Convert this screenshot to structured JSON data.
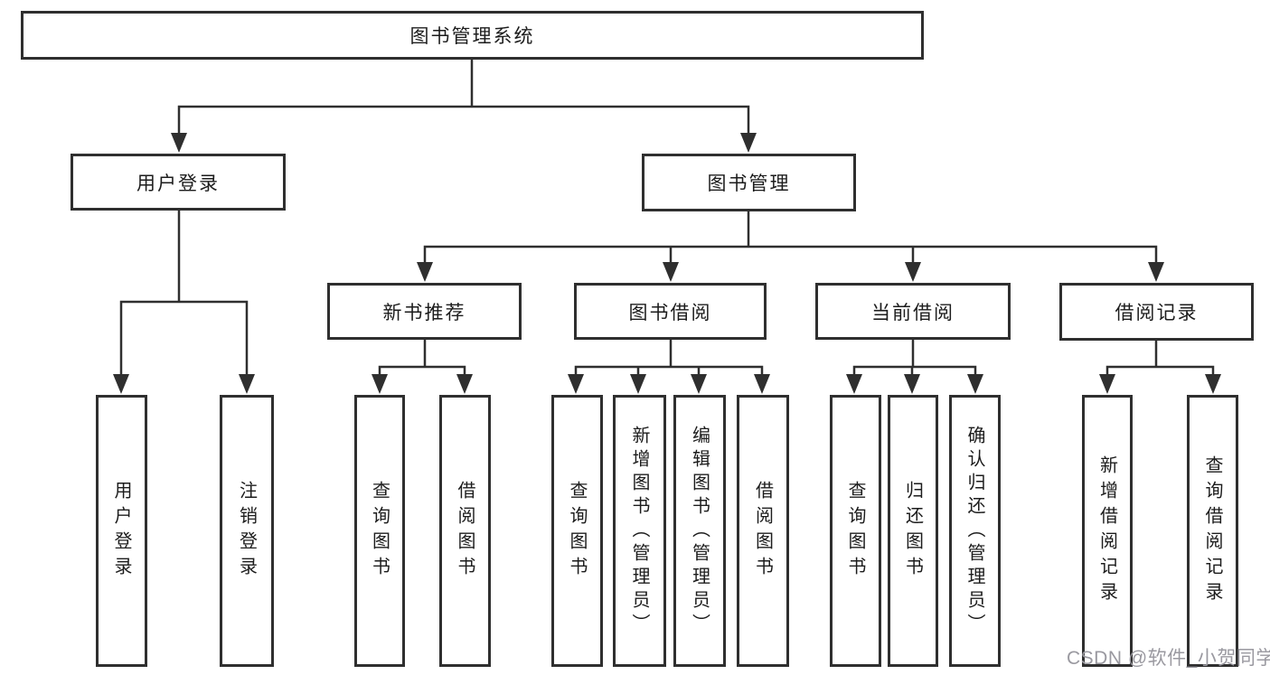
{
  "page": {
    "background": "#ffffff"
  },
  "colors": {
    "line": "#2f2f2f",
    "box_border": "#2f2f2f",
    "text": "#1c1c1c",
    "watermark": "#9a99a0"
  },
  "watermark": {
    "text": "CSDN @软件_小贺同学"
  },
  "tree": {
    "root": {
      "label": "图书管理系统",
      "children": [
        {
          "label": "用户登录",
          "children": [
            {
              "label": "用户登录"
            },
            {
              "label": "注销登录"
            }
          ]
        },
        {
          "label": "图书管理",
          "children": [
            {
              "label": "新书推荐",
              "children": [
                {
                  "label": "查询图书"
                },
                {
                  "label": "借阅图书"
                }
              ]
            },
            {
              "label": "图书借阅",
              "children": [
                {
                  "label": "查询图书"
                },
                {
                  "label": "新增图书（管理员）"
                },
                {
                  "label": "编辑图书（管理员）"
                },
                {
                  "label": "借阅图书"
                }
              ]
            },
            {
              "label": "当前借阅",
              "children": [
                {
                  "label": "查询图书"
                },
                {
                  "label": "归还图书"
                },
                {
                  "label": "确认归还（管理员）"
                }
              ]
            },
            {
              "label": "借阅记录",
              "children": [
                {
                  "label": "新增借阅记录"
                },
                {
                  "label": "查询借阅记录"
                }
              ]
            }
          ]
        }
      ]
    }
  }
}
